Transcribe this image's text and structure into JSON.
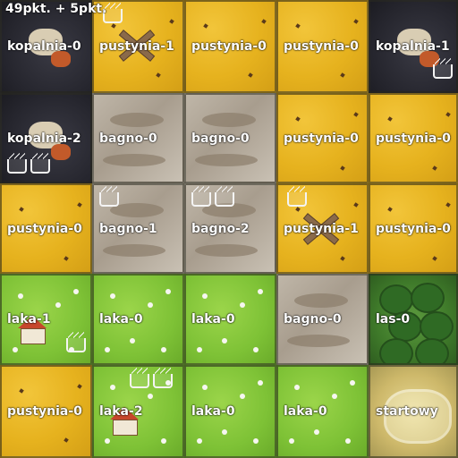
{
  "score": "49pkt. + 5pkt.",
  "grid": [
    [
      "kopalnia-0",
      "pustynia-1",
      "pustynia-0",
      "pustynia-0",
      "kopalnia-1"
    ],
    [
      "kopalnia-2",
      "bagno-0",
      "bagno-0",
      "pustynia-0",
      "pustynia-0"
    ],
    [
      "pustynia-0",
      "bagno-1",
      "bagno-2",
      "pustynia-1",
      "pustynia-0"
    ],
    [
      "laka-1",
      "laka-0",
      "laka-0",
      "bagno-0",
      "las-0"
    ],
    [
      "pustynia-0",
      "laka-2",
      "laka-0",
      "laka-0",
      "startowy"
    ]
  ],
  "terrain_colors": {
    "pustynia": "#e6b21e",
    "kopalnia": "#25252d",
    "bagno": "#a89d8e",
    "laka": "#7ec236",
    "las": "#3f7a2a",
    "startowy": "#cdb86a"
  }
}
